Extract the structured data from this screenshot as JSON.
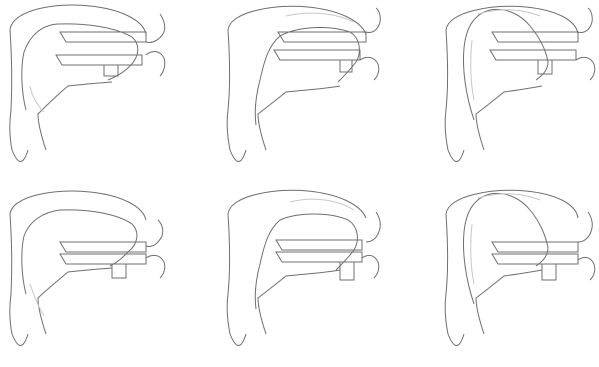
{
  "figure": {
    "panels": [
      {
        "id": "top-left",
        "variant": "closed-outline-a",
        "tongue": "forward-low",
        "flap": "double-plate-separated"
      },
      {
        "id": "top-middle",
        "variant": "closed-outline-b",
        "tongue": "forward-mid",
        "flap": "double-plate-separated"
      },
      {
        "id": "top-right",
        "variant": "closed-outline-c",
        "tongue": "raised-back",
        "flap": "double-plate-separated"
      },
      {
        "id": "bottom-left",
        "variant": "closed-outline-a",
        "tongue": "forward-low",
        "flap": "double-plate-joined"
      },
      {
        "id": "bottom-middle",
        "variant": "closed-outline-b",
        "tongue": "forward-mid",
        "flap": "double-plate-joined"
      },
      {
        "id": "bottom-right",
        "variant": "closed-outline-c",
        "tongue": "raised-back",
        "flap": "double-plate-joined"
      }
    ],
    "colors": {
      "outline": "#6f6f6f",
      "secondary_outline": "#c8c8c8",
      "background": "#ffffff"
    }
  }
}
